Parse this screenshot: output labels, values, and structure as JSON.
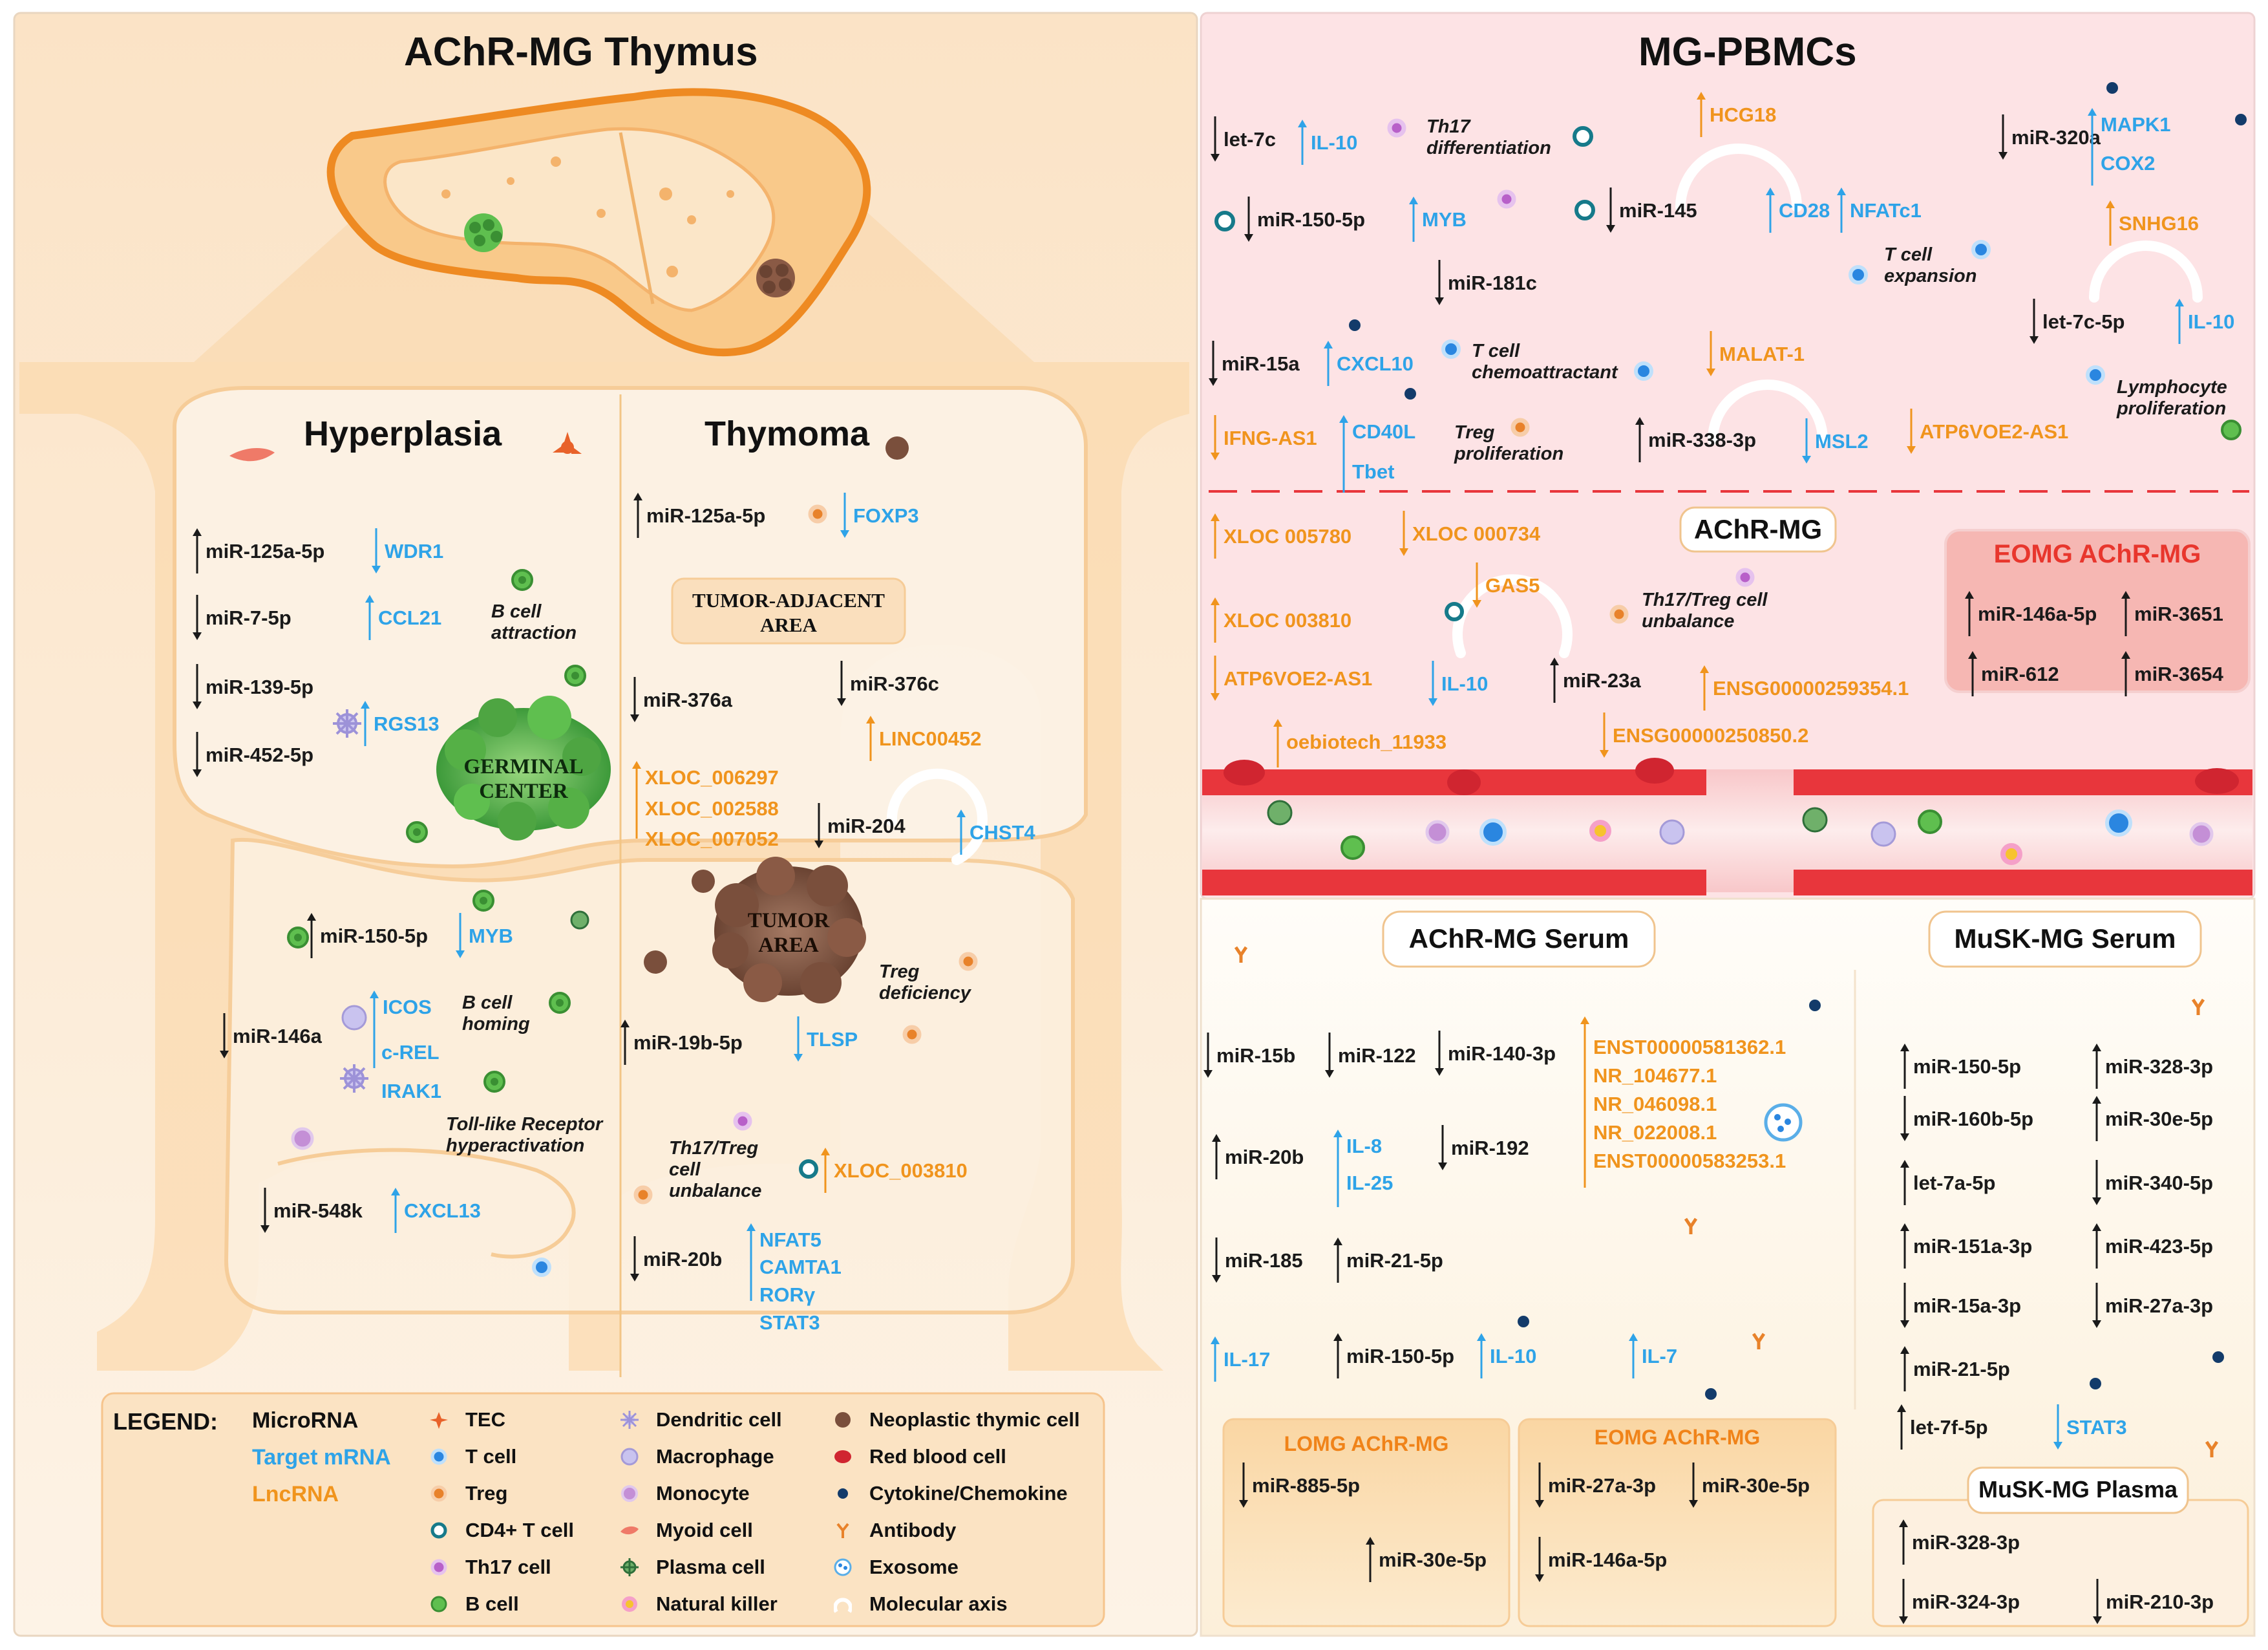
{
  "title_left": "AChR-MG Thymus",
  "title_right": "MG-PBMCs",
  "hyperplasia": {
    "title": "Hyperplasia",
    "germinal_center": "GERMINAL\nCENTER",
    "items": [
      {
        "name": "mir125a",
        "text": "miR-125a-5p",
        "cls": "mir",
        "dir": "up"
      },
      {
        "name": "wdr1",
        "text": "WDR1",
        "cls": "tgt",
        "dir": "down"
      },
      {
        "name": "mir7",
        "text": "miR-7-5p",
        "cls": "mir",
        "dir": "down"
      },
      {
        "name": "ccl21",
        "text": "CCL21",
        "cls": "tgt",
        "dir": "up"
      },
      {
        "name": "mir139",
        "text": "miR-139-5p",
        "cls": "mir",
        "dir": "down"
      },
      {
        "name": "rgs13",
        "text": "RGS13",
        "cls": "tgt",
        "dir": "up"
      },
      {
        "name": "mir452",
        "text": "miR-452-5p",
        "cls": "mir",
        "dir": "down"
      },
      {
        "name": "mir150",
        "text": "miR-150-5p",
        "cls": "mir",
        "dir": "up"
      },
      {
        "name": "myb",
        "text": "MYB",
        "cls": "tgt",
        "dir": "down"
      },
      {
        "name": "mir146a",
        "text": "miR-146a",
        "cls": "mir",
        "dir": "down"
      },
      {
        "name": "icos",
        "text": "ICOS",
        "cls": "tgt",
        "dir": "up-tall"
      },
      {
        "name": "crel",
        "text": "c-REL",
        "cls": "tgt",
        "dir": "none"
      },
      {
        "name": "irak1",
        "text": "IRAK1",
        "cls": "tgt",
        "dir": "none"
      },
      {
        "name": "mir548k",
        "text": "miR-548k",
        "cls": "mir",
        "dir": "down"
      },
      {
        "name": "cxcl13",
        "text": "CXCL13",
        "cls": "tgt",
        "dir": "up"
      }
    ],
    "notes": {
      "b_attraction": "B cell\nattraction",
      "b_homing": "B cell\nhoming",
      "tlr": "Toll-like Receptor\nhyperactivation"
    }
  },
  "thymoma": {
    "title": "Thymoma",
    "tumor_adjacent": "TUMOR-ADJACENT\nAREA",
    "tumor_area": "TUMOR\nAREA",
    "items": [
      {
        "name": "mir125a-t",
        "text": "miR-125a-5p",
        "cls": "mir",
        "dir": "up"
      },
      {
        "name": "foxp3",
        "text": "FOXP3",
        "cls": "tgt",
        "dir": "down"
      },
      {
        "name": "mir376a",
        "text": "miR-376a",
        "cls": "mir",
        "dir": "down"
      },
      {
        "name": "mir376c",
        "text": "miR-376c",
        "cls": "mir",
        "dir": "down"
      },
      {
        "name": "linc00452",
        "text": "LINC00452",
        "cls": "lnc",
        "dir": "up"
      },
      {
        "name": "xloc006297",
        "text": "XLOC_006297",
        "cls": "lnc",
        "dir": "up-tall"
      },
      {
        "name": "xloc002588",
        "text": "XLOC_002588",
        "cls": "lnc",
        "dir": "none"
      },
      {
        "name": "xloc007052",
        "text": "XLOC_007052",
        "cls": "lnc",
        "dir": "none"
      },
      {
        "name": "mir204",
        "text": "miR-204",
        "cls": "mir",
        "dir": "down"
      },
      {
        "name": "chst4",
        "text": "CHST4",
        "cls": "tgt",
        "dir": "up"
      },
      {
        "name": "mir19b",
        "text": "miR-19b-5p",
        "cls": "mir",
        "dir": "up"
      },
      {
        "name": "tlsp",
        "text": "TLSP",
        "cls": "tgt",
        "dir": "down"
      },
      {
        "name": "xloc003810-t",
        "text": "XLOC_003810",
        "cls": "lnc",
        "dir": "up"
      },
      {
        "name": "mir20b-t",
        "text": "miR-20b",
        "cls": "mir",
        "dir": "down"
      },
      {
        "name": "nfat5",
        "text": "NFAT5",
        "cls": "tgt",
        "dir": "up-tall"
      },
      {
        "name": "camta1",
        "text": "CAMTA1",
        "cls": "tgt",
        "dir": "none"
      },
      {
        "name": "rorg",
        "text": "RORγ",
        "cls": "tgt",
        "dir": "none"
      },
      {
        "name": "stat3-t",
        "text": "STAT3",
        "cls": "tgt",
        "dir": "none"
      }
    ],
    "notes": {
      "treg_def": "Treg\ndeficiency",
      "th17": "Th17/Treg\ncell\nunbalance"
    }
  },
  "pbmc": {
    "items": [
      {
        "name": "let7c",
        "text": "let-7c",
        "cls": "mir",
        "dir": "down"
      },
      {
        "name": "il10-a",
        "text": "IL-10",
        "cls": "tgt",
        "dir": "up"
      },
      {
        "name": "mir150-p",
        "text": "miR-150-5p",
        "cls": "mir",
        "dir": "down"
      },
      {
        "name": "myb-p",
        "text": "MYB",
        "cls": "tgt",
        "dir": "up"
      },
      {
        "name": "mir145",
        "text": "miR-145",
        "cls": "mir",
        "dir": "down"
      },
      {
        "name": "hcg18",
        "text": "HCG18",
        "cls": "lnc",
        "dir": "up"
      },
      {
        "name": "cd28",
        "text": "CD28",
        "cls": "tgt",
        "dir": "up"
      },
      {
        "name": "nfatc1",
        "text": "NFATc1",
        "cls": "tgt",
        "dir": "up"
      },
      {
        "name": "mir320a",
        "text": "miR-320a",
        "cls": "mir",
        "dir": "down"
      },
      {
        "name": "mapk1",
        "text": "MAPK1",
        "cls": "tgt",
        "dir": "up-tall"
      },
      {
        "name": "cox2",
        "text": "COX2",
        "cls": "tgt",
        "dir": "none"
      },
      {
        "name": "snhg16",
        "text": "SNHG16",
        "cls": "lnc",
        "dir": "up"
      },
      {
        "name": "mir181c",
        "text": "miR-181c",
        "cls": "mir",
        "dir": "down"
      },
      {
        "name": "let7c5p",
        "text": "let-7c-5p",
        "cls": "mir",
        "dir": "down"
      },
      {
        "name": "il10-b",
        "text": "IL-10",
        "cls": "tgt",
        "dir": "up"
      },
      {
        "name": "mir15a",
        "text": "miR-15a",
        "cls": "mir",
        "dir": "down"
      },
      {
        "name": "cxcl10",
        "text": "CXCL10",
        "cls": "tgt",
        "dir": "up"
      },
      {
        "name": "malat1",
        "text": "MALAT-1",
        "cls": "lnc",
        "dir": "down"
      },
      {
        "name": "ifngas1",
        "text": "IFNG-AS1",
        "cls": "lnc",
        "dir": "down"
      },
      {
        "name": "cd40l",
        "text": "CD40L",
        "cls": "tgt",
        "dir": "up-tall"
      },
      {
        "name": "tbet",
        "text": "Tbet",
        "cls": "tgt",
        "dir": "none"
      },
      {
        "name": "mir338",
        "text": "miR-338-3p",
        "cls": "mir",
        "dir": "up"
      },
      {
        "name": "msl2",
        "text": "MSL2",
        "cls": "tgt",
        "dir": "down"
      },
      {
        "name": "atp6voe2-a",
        "text": "ATP6VOE2-AS1",
        "cls": "lnc",
        "dir": "down"
      }
    ],
    "notes": {
      "th17diff": "Th17\ndifferentiation",
      "texp": "T cell\nexpansion",
      "tchemo": "T cell\nchemoattractant",
      "tregprol": "Treg\nproliferation",
      "lymph": "Lymphocyte\nproliferation"
    }
  },
  "achr_mg": {
    "label": "AChR-MG",
    "items": [
      {
        "name": "xloc005780",
        "text": "XLOC 005780",
        "cls": "lnc",
        "dir": "up"
      },
      {
        "name": "xloc000734",
        "text": "XLOC 000734",
        "cls": "lnc",
        "dir": "down"
      },
      {
        "name": "gas5",
        "text": "GAS5",
        "cls": "lnc",
        "dir": "down"
      },
      {
        "name": "xloc003810",
        "text": "XLOC 003810",
        "cls": "lnc",
        "dir": "up"
      },
      {
        "name": "atp6voe2-b",
        "text": "ATP6VOE2-AS1",
        "cls": "lnc",
        "dir": "down"
      },
      {
        "name": "il10-c",
        "text": "IL-10",
        "cls": "tgt",
        "dir": "down"
      },
      {
        "name": "mir23a",
        "text": "miR-23a",
        "cls": "mir",
        "dir": "up"
      },
      {
        "name": "ensg259354",
        "text": "ENSG00000259354.1",
        "cls": "lnc",
        "dir": "up"
      },
      {
        "name": "ensg250850",
        "text": "ENSG00000250850.2",
        "cls": "lnc",
        "dir": "down"
      },
      {
        "name": "oebio",
        "text": "oebiotech_11933",
        "cls": "lnc",
        "dir": "up-long"
      }
    ],
    "th17note": "Th17/Treg cell\nunbalance"
  },
  "eomg_pbmc": {
    "title": "EOMG AChR-MG",
    "items": [
      {
        "name": "e-mir146a",
        "text": "miR-146a-5p",
        "dir": "up"
      },
      {
        "name": "e-mir3651",
        "text": "miR-3651",
        "dir": "up"
      },
      {
        "name": "e-mir612",
        "text": "miR-612",
        "dir": "up"
      },
      {
        "name": "e-mir3654",
        "text": "miR-3654",
        "dir": "up"
      }
    ]
  },
  "achr_serum": {
    "title": "AChR-MG Serum",
    "items": [
      {
        "name": "s-mir15b",
        "text": "miR-15b",
        "cls": "mir",
        "dir": "down"
      },
      {
        "name": "s-mir122",
        "text": "miR-122",
        "cls": "mir",
        "dir": "down"
      },
      {
        "name": "s-mir140",
        "text": "miR-140-3p",
        "cls": "mir",
        "dir": "down"
      },
      {
        "name": "s-mir20b",
        "text": "miR-20b",
        "cls": "mir",
        "dir": "up"
      },
      {
        "name": "s-il8",
        "text": "IL-8",
        "cls": "tgt",
        "dir": "up-tall"
      },
      {
        "name": "s-il25",
        "text": "IL-25",
        "cls": "tgt",
        "dir": "none"
      },
      {
        "name": "s-mir192",
        "text": "miR-192",
        "cls": "mir",
        "dir": "down"
      },
      {
        "name": "s-mir185",
        "text": "miR-185",
        "cls": "mir",
        "dir": "down"
      },
      {
        "name": "s-mir21",
        "text": "miR-21-5p",
        "cls": "mir",
        "dir": "up"
      },
      {
        "name": "s-il17",
        "text": "IL-17",
        "cls": "tgt",
        "dir": "up"
      },
      {
        "name": "s-mir150",
        "text": "miR-150-5p",
        "cls": "mir",
        "dir": "up"
      },
      {
        "name": "s-il10",
        "text": "IL-10",
        "cls": "tgt",
        "dir": "up"
      },
      {
        "name": "s-il7",
        "text": "IL-7",
        "cls": "tgt",
        "dir": "up"
      }
    ],
    "lnc_list": [
      "ENST00000581362.1",
      "NR_104677.1",
      "NR_046098.1",
      "NR_022008.1",
      "ENST00000583253.1"
    ]
  },
  "lomg": {
    "title": "LOMG AChR-MG",
    "items": [
      {
        "name": "l-mir885",
        "text": "miR-885-5p",
        "dir": "down"
      },
      {
        "name": "l-mir30e",
        "text": "miR-30e-5p",
        "dir": "up"
      }
    ]
  },
  "eomg_serum": {
    "title": "EOMG AChR-MG",
    "items": [
      {
        "name": "es-mir27a",
        "text": "miR-27a-3p",
        "dir": "down"
      },
      {
        "name": "es-mir30e",
        "text": "miR-30e-5p",
        "dir": "down"
      },
      {
        "name": "es-mir146a",
        "text": "miR-146a-5p",
        "dir": "down"
      }
    ]
  },
  "musk_serum": {
    "title": "MuSK-MG Serum",
    "items": [
      {
        "name": "m-mir150",
        "text": "miR-150-5p",
        "cls": "mir",
        "dir": "up"
      },
      {
        "name": "m-mir328",
        "text": "miR-328-3p",
        "cls": "mir",
        "dir": "up"
      },
      {
        "name": "m-mir160b",
        "text": "miR-160b-5p",
        "cls": "mir",
        "dir": "down"
      },
      {
        "name": "m-mir30e",
        "text": "miR-30e-5p",
        "cls": "mir",
        "dir": "up"
      },
      {
        "name": "m-let7a",
        "text": "let-7a-5p",
        "cls": "mir",
        "dir": "up"
      },
      {
        "name": "m-mir340",
        "text": "miR-340-5p",
        "cls": "mir",
        "dir": "down"
      },
      {
        "name": "m-mir151a",
        "text": "miR-151a-3p",
        "cls": "mir",
        "dir": "up"
      },
      {
        "name": "m-mir423",
        "text": "miR-423-5p",
        "cls": "mir",
        "dir": "up"
      },
      {
        "name": "m-mir15a",
        "text": "miR-15a-3p",
        "cls": "mir",
        "dir": "down"
      },
      {
        "name": "m-mir27a",
        "text": "miR-27a-3p",
        "cls": "mir",
        "dir": "down"
      },
      {
        "name": "m-mir21",
        "text": "miR-21-5p",
        "cls": "mir",
        "dir": "up"
      },
      {
        "name": "m-let7f",
        "text": "let-7f-5p",
        "cls": "mir",
        "dir": "up"
      },
      {
        "name": "m-stat3",
        "text": "STAT3",
        "cls": "tgt",
        "dir": "down"
      }
    ]
  },
  "musk_plasma": {
    "title": "MuSK-MG Plasma",
    "items": [
      {
        "name": "p-mir328",
        "text": "miR-328-3p",
        "dir": "up"
      },
      {
        "name": "p-mir324",
        "text": "miR-324-3p",
        "dir": "down"
      },
      {
        "name": "p-mir210",
        "text": "miR-210-3p",
        "dir": "down"
      }
    ]
  },
  "legend": {
    "title": "LEGEND:",
    "types": [
      {
        "text": "MicroRNA",
        "color": "#111111"
      },
      {
        "text": "Target mRNA",
        "color": "#2ea3e8"
      },
      {
        "text": "LncRNA",
        "color": "#f0941d"
      }
    ],
    "cells": [
      {
        "text": "TEC",
        "icon": "tec"
      },
      {
        "text": "T cell",
        "icon": "tcell"
      },
      {
        "text": "Treg",
        "icon": "treg"
      },
      {
        "text": "CD4+ T cell",
        "icon": "cd4"
      },
      {
        "text": "Th17 cell",
        "icon": "th17"
      },
      {
        "text": "B cell",
        "icon": "bcell"
      },
      {
        "text": "Dendritic cell",
        "icon": "dendritic"
      },
      {
        "text": "Macrophage",
        "icon": "macrophage"
      },
      {
        "text": "Monocyte",
        "icon": "monocyte"
      },
      {
        "text": "Myoid cell",
        "icon": "myoid"
      },
      {
        "text": "Plasma cell",
        "icon": "plasma"
      },
      {
        "text": "Natural killer",
        "icon": "nk"
      },
      {
        "text": "Neoplastic thymic cell",
        "icon": "neoplastic"
      },
      {
        "text": "Red blood cell",
        "icon": "rbc"
      },
      {
        "text": "Cytokine/Chemokine",
        "icon": "cytokine"
      },
      {
        "text": "Antibody",
        "icon": "antibody"
      },
      {
        "text": "Exosome",
        "icon": "exosome"
      },
      {
        "text": "Molecular axis",
        "icon": "axis"
      }
    ]
  },
  "colors": {
    "microrna": "#111111",
    "target": "#2ea3e8",
    "lncrna": "#f0941d",
    "thymus_bg": "#fdf0df",
    "pbmc_bg": "#fde5e6",
    "serum_bg": "#fdf6ec",
    "vessel": "#e8363c",
    "eomg_red": "#e8362d"
  }
}
